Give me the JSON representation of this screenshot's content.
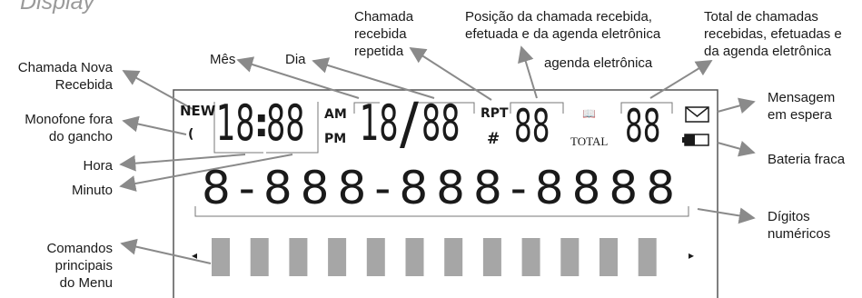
{
  "title": "Display",
  "labels": {
    "new_call": [
      "Chamada Nova",
      "Recebida"
    ],
    "handset_off_hook": [
      "Monofone fora",
      "do gancho"
    ],
    "hour": "Hora",
    "minute": "Minuto",
    "main_menu_commands": [
      "Comandos",
      "principais",
      "do Menu"
    ],
    "month": "Mês",
    "day": "Dia",
    "repeated_call": [
      "Chamada",
      "recebida",
      "repetida"
    ],
    "call_position": [
      "Posição da chamada recebida,",
      "efetuada e da agenda eletrônica"
    ],
    "phonebook": "agenda eletrônica",
    "total_calls": [
      "Total de chamadas",
      "recebidas, efetuadas e",
      "da agenda eletrônica"
    ],
    "message_waiting": [
      "Mensagem",
      "em espera"
    ],
    "low_battery": "Bateria fraca",
    "numeric_digits": [
      "Dígitos",
      "numéricos"
    ]
  },
  "display": {
    "new": "NEW",
    "handset_glyph": "(",
    "hour": "18",
    "colon": ":",
    "minute": "88",
    "am": "AM",
    "pm": "PM",
    "month": "18",
    "slash": "/",
    "day": "88",
    "rpt": "RPT",
    "hash": "#",
    "position": "88",
    "book_glyph": "📖",
    "total_label": "TOTAL",
    "total": "88",
    "digits": "8-888-888-8888",
    "menu_blocks": 12,
    "left_arrow": "◂",
    "right_arrow": "▸",
    "envelope_icon": "envelope-icon",
    "battery_icon": "battery-low-icon"
  },
  "colors": {
    "text": "#1a1a1a",
    "arrow": "#8a8a8a",
    "title": "#9a9a9a",
    "menu_block": "#a6a6a6"
  }
}
